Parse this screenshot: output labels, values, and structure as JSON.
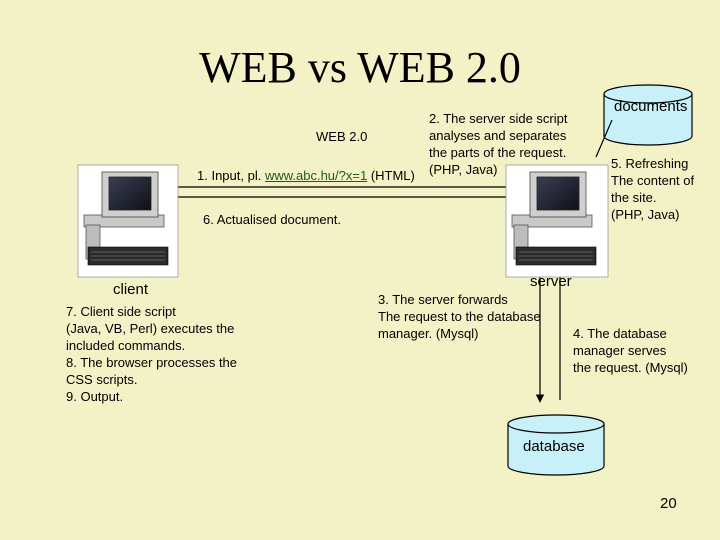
{
  "slide": {
    "title": "WEB vs WEB 2.0",
    "page_number": "20"
  },
  "labels": {
    "web20": "WEB 2.0",
    "client": "client",
    "server": "server",
    "documents": "documents",
    "database": "database"
  },
  "steps": {
    "step1_prefix": "1. Input, pl. ",
    "step1_link": "www.abc.hu/?x=1",
    "step1_suffix": " (HTML)",
    "step2": [
      "2. The server side script",
      "analyses and separates",
      "the parts of the request.",
      "(PHP, Java)"
    ],
    "step3": [
      "3. The server forwards",
      "The request to the database",
      "manager. (Mysql)"
    ],
    "step4": [
      "4. The database",
      "manager serves",
      "the request. (Mysql)"
    ],
    "step5": [
      "5. Refreshing",
      "The content of",
      "the site.",
      "(PHP, Java)"
    ],
    "step6": "6. Actualised  document.",
    "step789": [
      "7. Client side script",
      "(Java, VB, Perl) executes the",
      "included commands.",
      "8. The browser processes the",
      "CSS scripts.",
      "9. Output."
    ]
  },
  "colors": {
    "background": "#f3f2c6",
    "cylinder_fill": "#c8f0f8",
    "link": "#1a5d1a"
  },
  "icons": {
    "client_computer": "desktop-computer-icon",
    "server_computer": "desktop-computer-icon"
  }
}
